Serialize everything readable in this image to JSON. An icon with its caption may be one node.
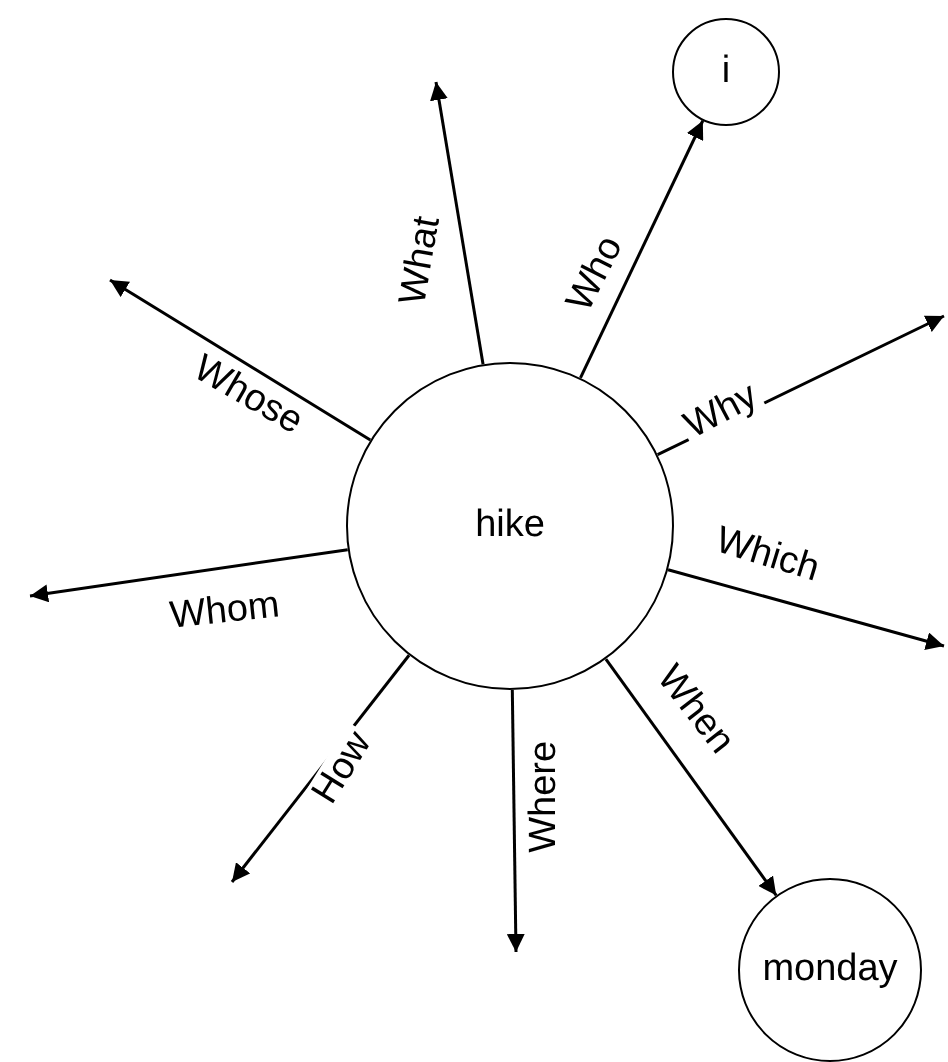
{
  "diagram": {
    "nodes": [
      {
        "text": [
          "hike"
        ]
      },
      {
        "text": [
          "i"
        ]
      },
      {
        "text": [
          "monday"
        ]
      }
    ],
    "edges": [
      {
        "from": 0,
        "to": null,
        "arrow": "to",
        "label": "What"
      },
      {
        "from": 0,
        "to": 1,
        "arrow": "to",
        "label": "Who"
      },
      {
        "from": 0,
        "to": null,
        "arrow": "to",
        "label": "Whose"
      },
      {
        "from": 0,
        "to": null,
        "arrow": "to",
        "label": "Why"
      },
      {
        "from": 0,
        "to": null,
        "arrow": "to",
        "label": "Which"
      },
      {
        "from": 0,
        "to": null,
        "arrow": "to",
        "label": "Whom"
      },
      {
        "from": 0,
        "to": null,
        "arrow": "to",
        "label": "How"
      },
      {
        "from": 0,
        "to": null,
        "arrow": "to",
        "label": "Where"
      },
      {
        "from": 0,
        "to": 2,
        "arrow": "to",
        "label": "When"
      }
    ]
  }
}
